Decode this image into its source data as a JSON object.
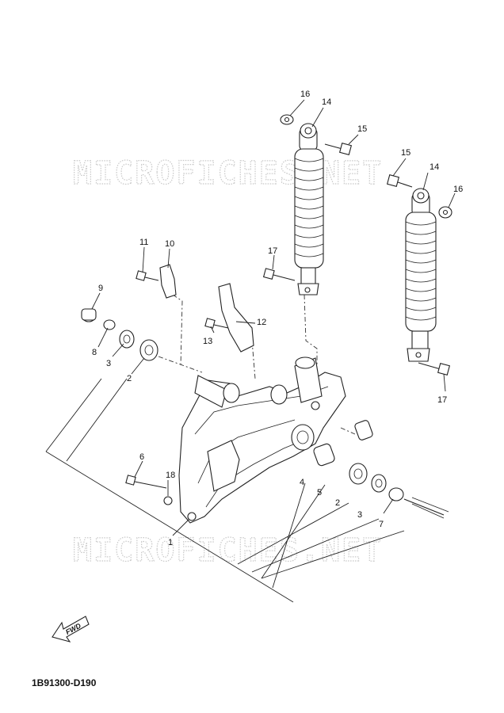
{
  "watermark": "MICROFICHES.NET",
  "diagram_code": "1B91300-D190",
  "fwd_label": "FWD",
  "callouts": {
    "c16a": "16",
    "c14a": "14",
    "c15a": "15",
    "c15b": "15",
    "c14b": "14",
    "c16b": "16",
    "c11": "11",
    "c10": "10",
    "c17a": "17",
    "c9": "9",
    "c8": "8",
    "c3a": "3",
    "c2a": "2",
    "c12": "12",
    "c13": "13",
    "c17b": "17",
    "c6": "6",
    "c18": "18",
    "c1": "1",
    "c4": "4",
    "c5": "5",
    "c2b": "2",
    "c3b": "3",
    "c7": "7"
  }
}
